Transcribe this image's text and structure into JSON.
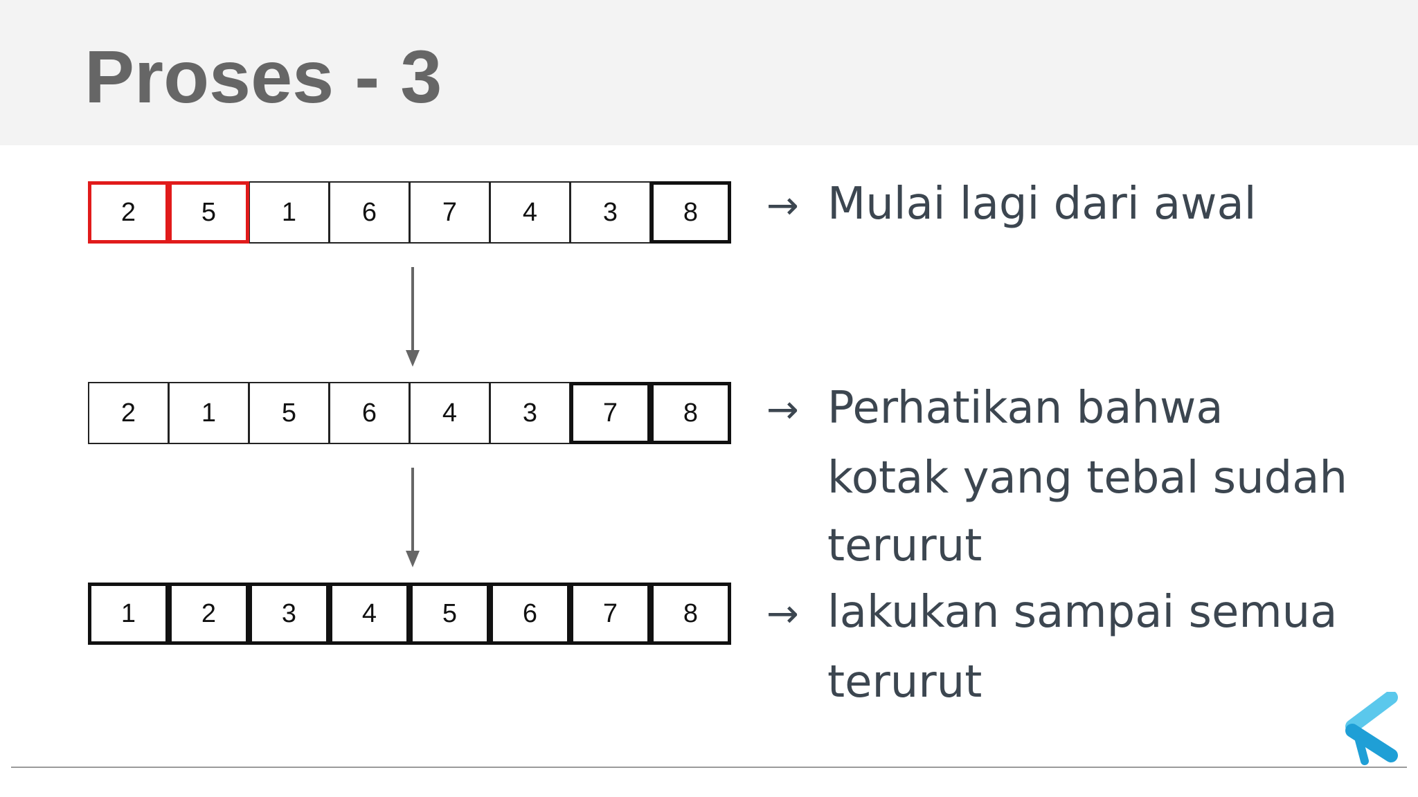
{
  "title": "Proses - 3",
  "rows": [
    {
      "cells": [
        "2",
        "5",
        "1",
        "6",
        "7",
        "4",
        "3",
        "8"
      ],
      "styles": [
        "red",
        "red",
        "normal",
        "normal",
        "normal",
        "normal",
        "normal",
        "thick"
      ]
    },
    {
      "cells": [
        "2",
        "1",
        "5",
        "6",
        "4",
        "3",
        "7",
        "8"
      ],
      "styles": [
        "normal",
        "normal",
        "normal",
        "normal",
        "normal",
        "normal",
        "thick",
        "thick"
      ]
    },
    {
      "cells": [
        "1",
        "2",
        "3",
        "4",
        "5",
        "6",
        "7",
        "8"
      ],
      "styles": [
        "thick",
        "thick",
        "thick",
        "thick",
        "thick",
        "thick",
        "thick",
        "thick"
      ]
    }
  ],
  "notes": [
    {
      "arrow": "→",
      "lines": [
        "Mulai lagi dari awal"
      ]
    },
    {
      "arrow": "→",
      "lines": [
        "Perhatikan bahwa",
        "kotak yang tebal sudah",
        "terurut"
      ]
    },
    {
      "arrow": "→",
      "lines": [
        "lakukan sampai semua",
        "terurut"
      ]
    }
  ],
  "colors": {
    "highlight": "#e11b1b",
    "logo_light": "#5bc8ec",
    "logo_dark": "#1f9fd6"
  },
  "icons": [
    "down-arrow-icon",
    "logo-icon"
  ]
}
